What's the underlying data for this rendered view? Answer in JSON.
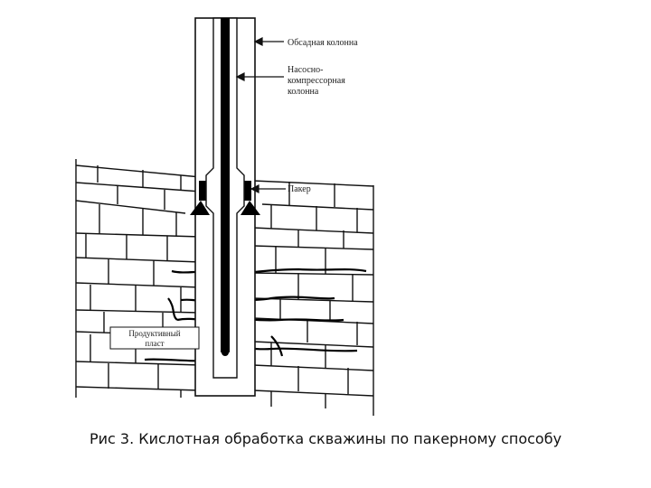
{
  "labels": {
    "casing": "Обсадная колонна",
    "tubing_line1": "Насосно-",
    "tubing_line2": "компрессорная",
    "tubing_line3": "колонна",
    "packer": "Пакер",
    "formation_line1": "Продуктивный",
    "formation_line2": "пласт"
  },
  "caption": "Рис 3. Кислотная обработка скважины по пакерному способу",
  "colors": {
    "ink": "#111111",
    "background": "#ffffff"
  }
}
